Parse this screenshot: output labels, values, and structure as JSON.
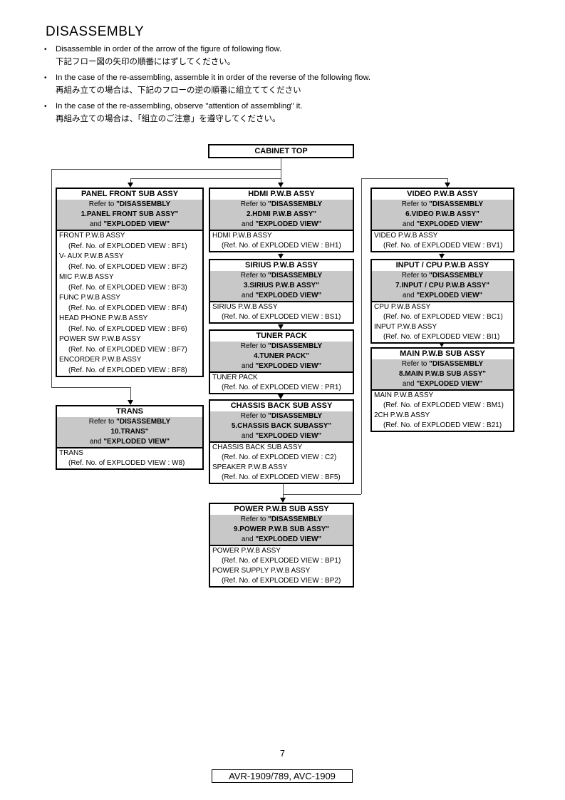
{
  "header": {
    "title": "DISASSEMBLY",
    "bullet_mark": "•",
    "bullets": [
      {
        "en": "Disassemble in order of the arrow of the figure of following flow.",
        "jp": "下記フロー図の矢印の順番にはずしてください。"
      },
      {
        "en": "In the case of the re-assembling, assemble it in order of the reverse of the following flow.",
        "jp": "再組み立ての場合は、下記のフローの逆の順番に組立ててください"
      },
      {
        "en": "In the case of the re-assembling, observe \"attention of assembling\" it.",
        "jp": "再組み立ての場合は、「組立のご注意」を遵守してください。"
      }
    ]
  },
  "flow": {
    "root_label": "CABINET TOP",
    "refer_common": {
      "line1_normal": "Refer to ",
      "line1_bold": "\"DISASSEMBLY",
      "line3_normal": "and ",
      "line3_bold": "\"EXPLODED VIEW\""
    },
    "boxes": [
      {
        "title": "PANEL FRONT SUB ASSY",
        "refer_line2": "1.PANEL FRONT SUB ASSY\"",
        "items": [
          {
            "name": "FRONT P.W.B ASSY",
            "ref": "(Ref. No. of EXPLODED VIEW : BF1)"
          },
          {
            "name": "V- AUX P.W.B ASSY",
            "ref": "(Ref. No. of EXPLODED VIEW : BF2)"
          },
          {
            "name": "MIC P.W.B ASSY",
            "ref": "(Ref. No. of EXPLODED VIEW : BF3)"
          },
          {
            "name": "FUNC P.W.B ASSY",
            "ref": "(Ref. No. of EXPLODED VIEW : BF4)"
          },
          {
            "name": "HEAD PHONE P.W.B ASSY",
            "ref": "(Ref. No. of EXPLODED VIEW : BF6)"
          },
          {
            "name": "POWER SW P.W.B ASSY",
            "ref": "(Ref. No. of EXPLODED VIEW : BF7)"
          },
          {
            "name": "ENCORDER P.W.B ASSY",
            "ref": "(Ref. No. of EXPLODED VIEW : BF8)"
          }
        ]
      },
      {
        "title": "TRANS",
        "refer_line2": "10.TRANS\"",
        "items": [
          {
            "name": "TRANS",
            "ref": "(Ref. No. of EXPLODED VIEW : W8)"
          }
        ]
      },
      {
        "title": "HDMI P.W.B  ASSY",
        "refer_line2": "2.HDMI P.W.B ASSY\"",
        "items": [
          {
            "name": "HDMI P.W.B ASSY",
            "ref": "(Ref. No. of EXPLODED VIEW : BH1)"
          }
        ]
      },
      {
        "title": "SIRIUS P.W.B ASSY",
        "refer_line2": "3.SIRIUS P.W.B ASSY\"",
        "items": [
          {
            "name": "SIRIUS P.W.B ASSY",
            "ref": "(Ref. No. of EXPLODED VIEW : BS1)"
          }
        ]
      },
      {
        "title": "TUNER PACK",
        "refer_line2": "4.TUNER PACK\"",
        "items": [
          {
            "name": "TUNER PACK",
            "ref": "(Ref. No. of EXPLODED VIEW : PR1)"
          }
        ]
      },
      {
        "title": "CHASSIS BACK SUB ASSY",
        "refer_line2": "5.CHASSIS BACK SUBASSY\"",
        "items": [
          {
            "name": "CHASSIS BACK SUB ASSY",
            "ref": "(Ref. No. of EXPLODED VIEW : C2)"
          },
          {
            "name": "SPEAKER P.W.B ASSY",
            "ref": "(Ref. No. of EXPLODED VIEW : BF5)"
          }
        ]
      },
      {
        "title": "POWER P.W.B SUB ASSY",
        "refer_line2": "9.POWER P.W.B SUB ASSY\"",
        "items": [
          {
            "name": "POWER P.W.B ASSY",
            "ref": "(Ref. No. of EXPLODED VIEW : BP1)"
          },
          {
            "name": "POWER SUPPLY P.W.B ASSY",
            "ref": "(Ref. No. of EXPLODED VIEW : BP2)"
          }
        ]
      },
      {
        "title": "VIDEO P.W.B ASSY",
        "refer_line2": "6.VIDEO P.W.B ASSY\"",
        "items": [
          {
            "name": "VIDEO P.W.B ASSY",
            "ref": "(Ref. No. of EXPLODED VIEW : BV1)"
          }
        ]
      },
      {
        "title": "INPUT / CPU P.W.B ASSY",
        "refer_line2": "7.INPUT / CPU P.W.B ASSY\"",
        "items": [
          {
            "name": "CPU P.W.B ASSY",
            "ref": "(Ref. No. of EXPLODED VIEW : BC1)"
          },
          {
            "name": "INPUT P.W.B ASSY",
            "ref": "(Ref. No. of EXPLODED VIEW : BI1)"
          }
        ]
      },
      {
        "title": "MAIN P.W.B SUB ASSY",
        "refer_line2": "8.MAIN P.W.B SUB ASSY\"",
        "items": [
          {
            "name": "MAIN P.W.B ASSY",
            "ref": "(Ref. No. of EXPLODED VIEW : BM1)"
          },
          {
            "name": "2CH P.W.B ASSY",
            "ref": "(Ref. No. of EXPLODED VIEW : B21)"
          }
        ]
      }
    ]
  },
  "footer": {
    "page_number": "7",
    "model_label": "AVR-1909/789, AVC-1909"
  },
  "colors": {
    "box_border": "#000000",
    "gray_fill": "#c8c8c8",
    "connector_line": "#4a4a4a"
  }
}
